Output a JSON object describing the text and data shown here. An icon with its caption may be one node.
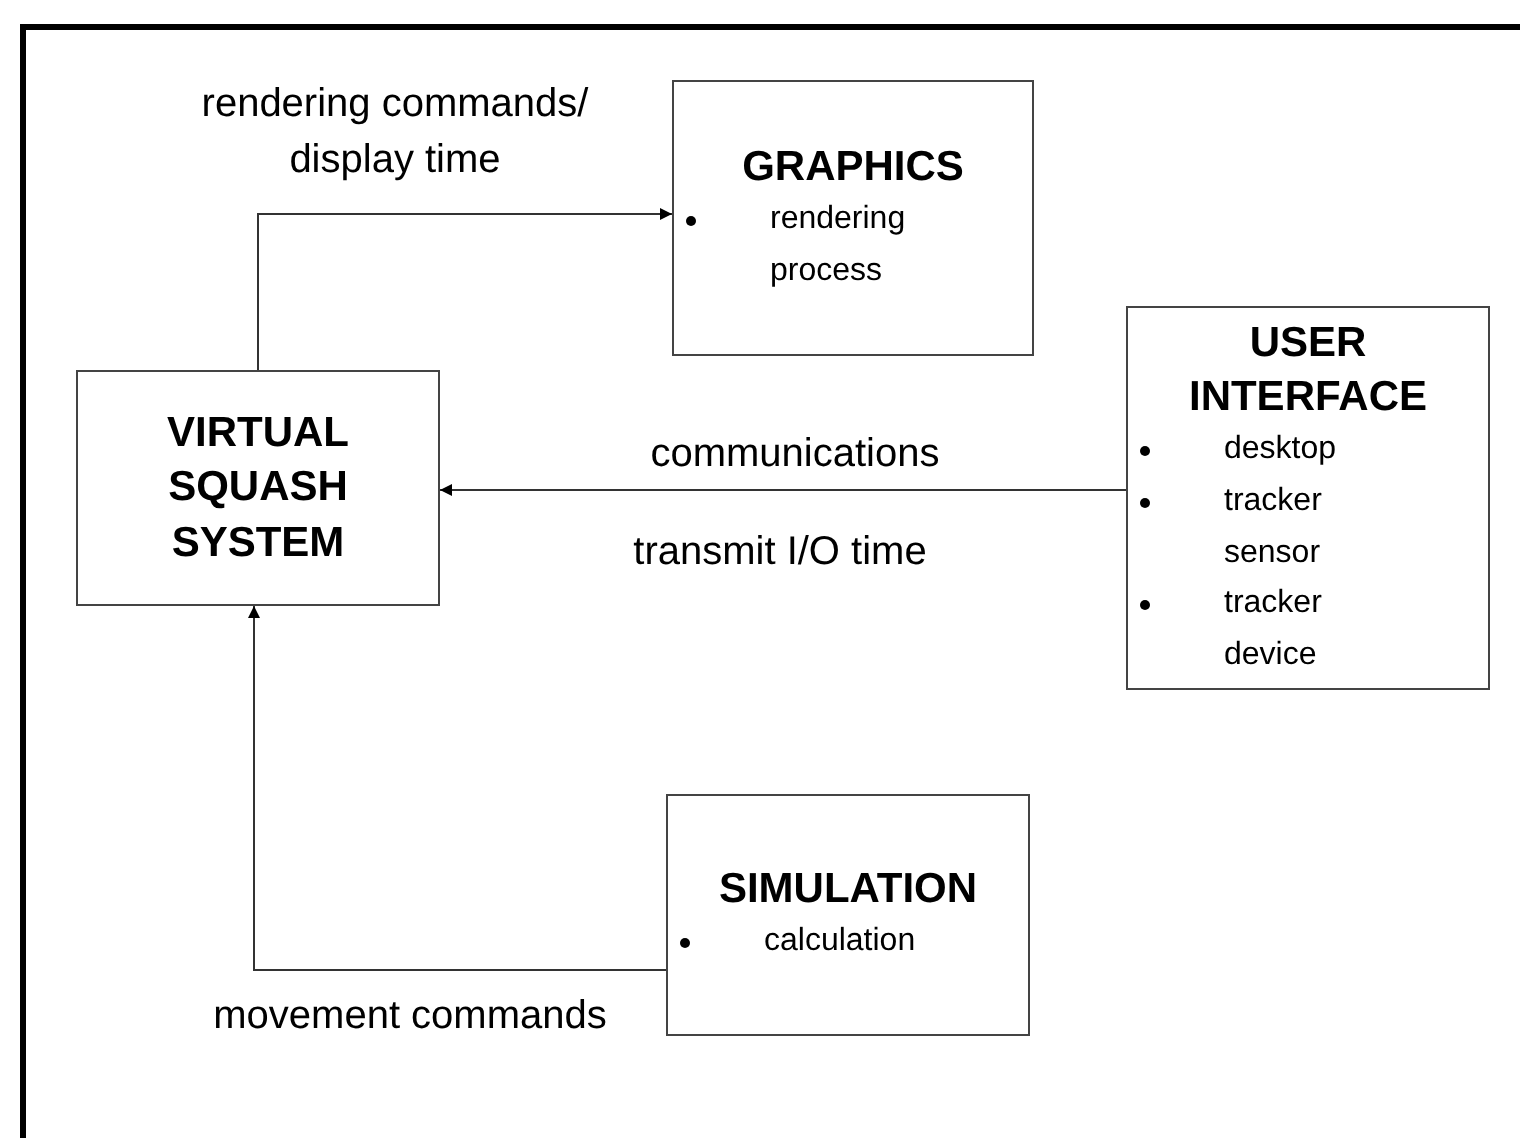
{
  "diagram": {
    "nodes": [
      {
        "text": [
          "VIRTUAL SQUASH SYSTEM"
        ]
      },
      {
        "text": [
          "GRAPHICS",
          "rendering process"
        ]
      },
      {
        "text": [
          "USER INTERFACE",
          "desktop",
          "tracker sensor",
          "tracker device"
        ]
      },
      {
        "text": [
          "SIMULATION",
          "calculation"
        ]
      }
    ],
    "edges": [
      {
        "from": 0,
        "to": 1,
        "arrow": "to",
        "label": "rendering commands/ display time"
      },
      {
        "from": 2,
        "to": 0,
        "arrow": "to",
        "label": "communications"
      },
      {
        "from": 3,
        "to": 0,
        "arrow": "to",
        "label": "movement commands"
      }
    ],
    "labels": [
      "transmit I/O time"
    ]
  }
}
